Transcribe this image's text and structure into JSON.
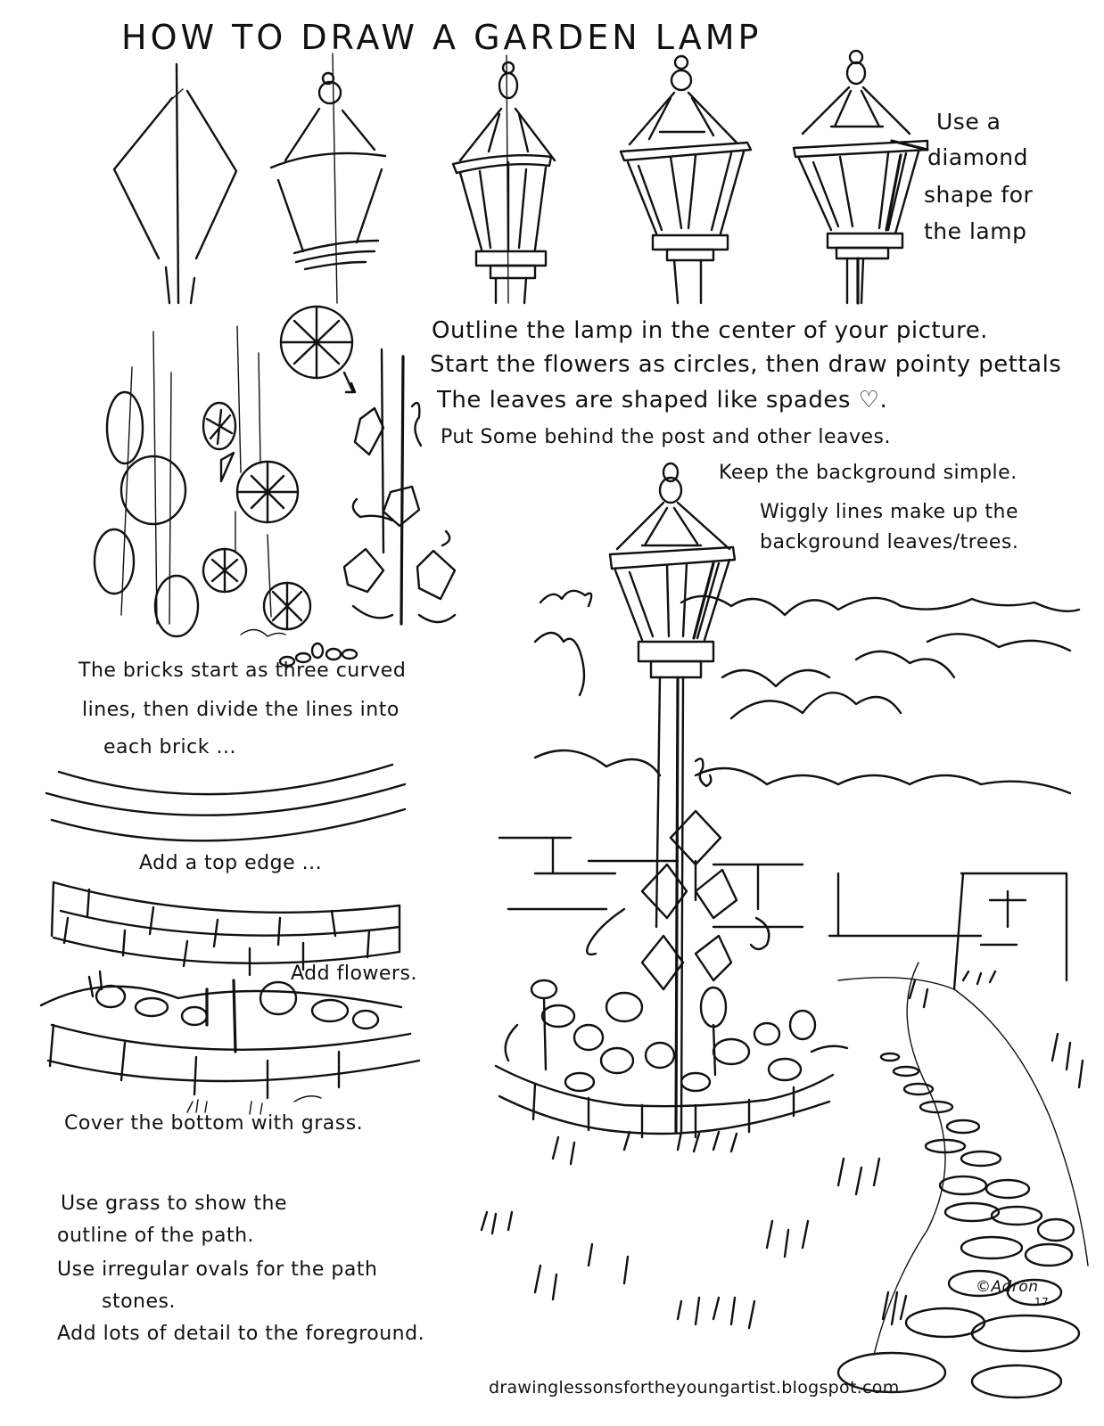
{
  "worksheet": {
    "title": "HOW TO DRAW A GARDEN LAMP",
    "steps_lamp": {
      "tip_lines": [
        "Use a",
        "diamond",
        "shape for",
        "the lamp"
      ]
    },
    "instructions_main": [
      "Outline the lamp in the center of your picture.",
      "Start the flowers as circles, then draw pointy pettals",
      "The leaves are shaped like spades ♡.",
      "Put Some behind the post and other leaves.",
      "Keep the background simple.",
      "Wiggly lines make up the",
      "background leaves/trees."
    ],
    "bricks": {
      "lines": [
        "The bricks start as three curved",
        "lines, then divide the lines into",
        "each brick ..."
      ],
      "top_edge": "Add a top edge ...",
      "add_flowers": "Add flowers.",
      "grass": "Cover the bottom with grass."
    },
    "path_tips": [
      "Use grass to show the",
      "outline of the path.",
      "Use irregular ovals  for the path",
      "stones.",
      "Add lots of detail to the foreground."
    ],
    "signature": "©Adron",
    "signature_year": "17",
    "footer_url": "drawinglessonsfortheyoungartist.blogspot.com"
  }
}
